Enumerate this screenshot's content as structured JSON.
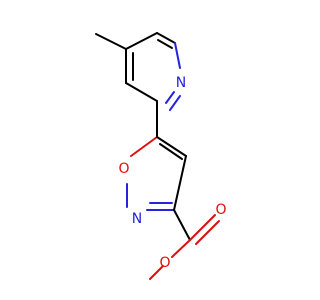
{
  "diagram": {
    "type": "chemical-structure",
    "atom_labels": {
      "pyridine_n": "N",
      "isoxazole_o": "O",
      "isoxazole_n": "N",
      "carbonyl_o": "O",
      "ester_o": "O"
    },
    "colors": {
      "bond": "#000000",
      "nitrogen": "#2424dc",
      "oxygen": "#e00d0d",
      "background": "#ffffff"
    }
  }
}
